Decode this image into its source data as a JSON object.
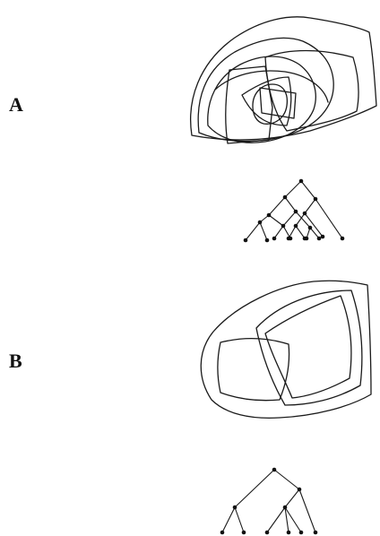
{
  "figure": {
    "panels": [
      {
        "label": "A",
        "description_kind": "overlapping-closed-curves-with-tree"
      },
      {
        "label": "B",
        "description_kind": "nested-closed-curves-with-tree"
      }
    ],
    "ink_color": "#1a1a1a",
    "background_color": "#ffffff"
  }
}
